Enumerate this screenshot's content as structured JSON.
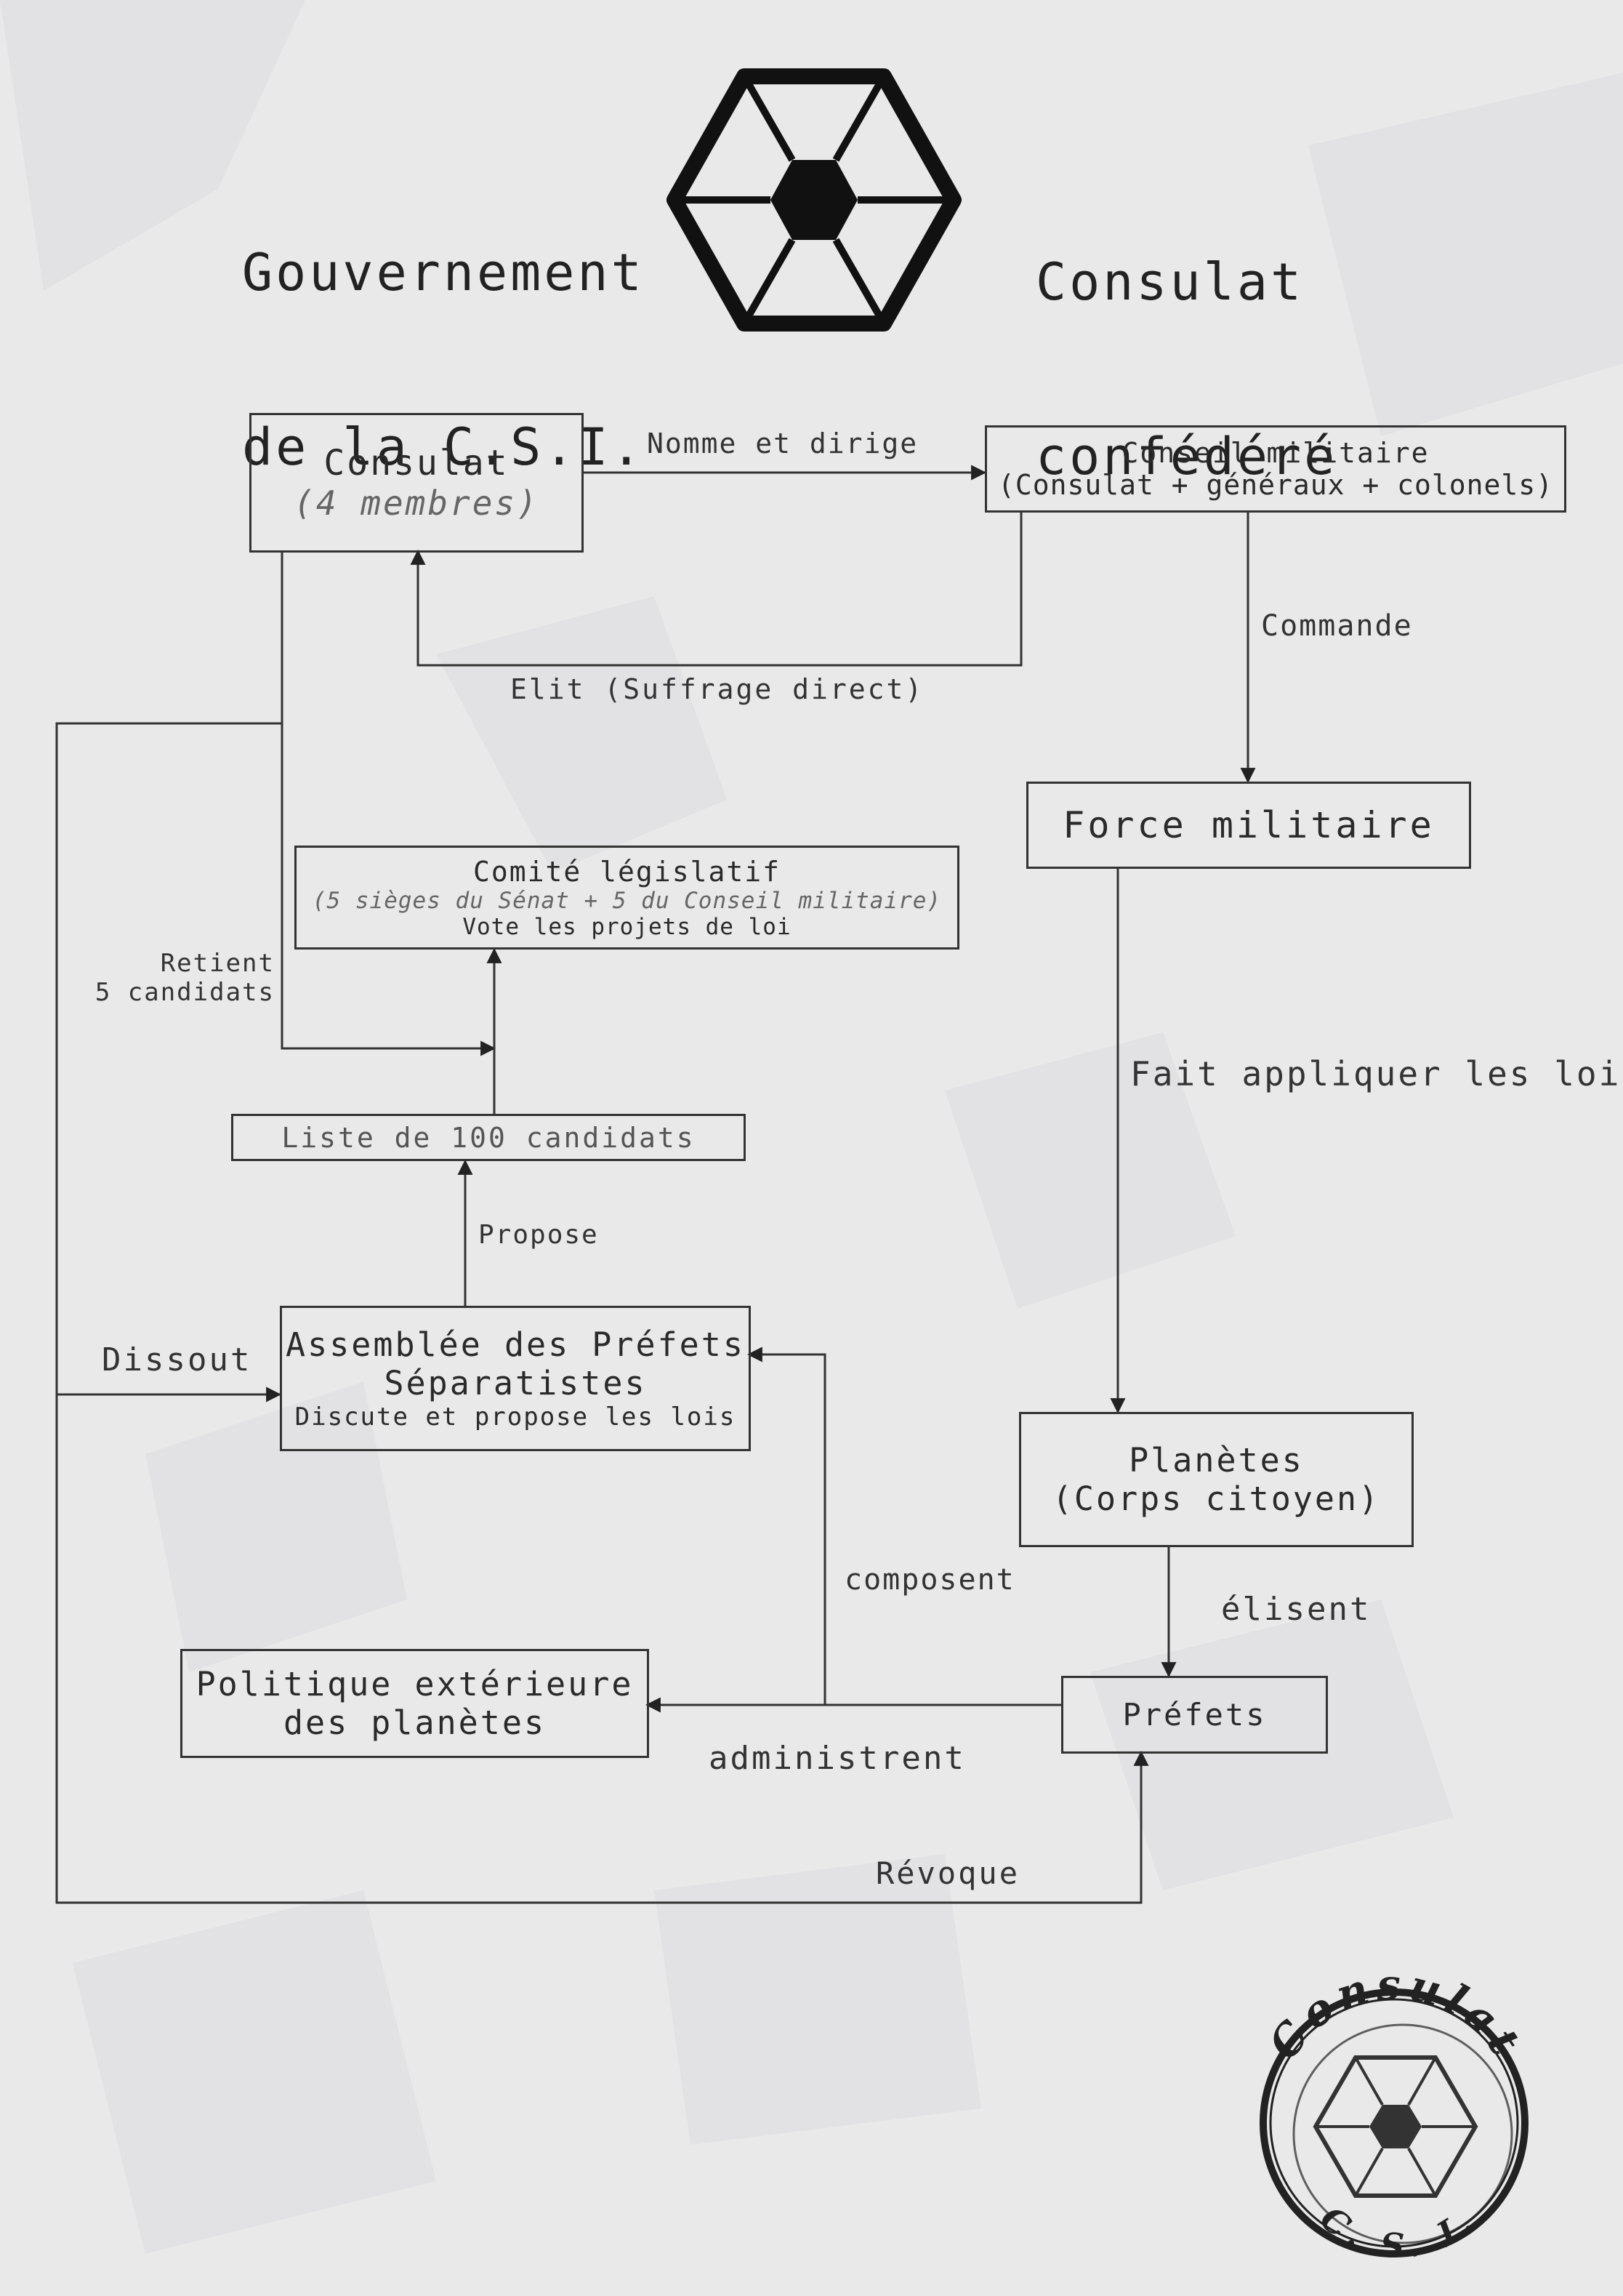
{
  "header": {
    "left_title_line1": "Gouvernement",
    "left_title_line2": "de la C.S.I.",
    "right_title_line1": "Consulat",
    "right_title_line2": "confédéré"
  },
  "boxes": {
    "consulat": {
      "title": "Consulat",
      "subtitle": "(4 membres)"
    },
    "conseil_militaire": {
      "line1": "Conseil militaire",
      "line2": "(Consulat + généraux + colonels)"
    },
    "force_militaire": {
      "title": "Force militaire"
    },
    "comite_legislatif": {
      "title": "Comité législatif",
      "subtitle": "(5 sièges du Sénat + 5 du Conseil militaire)",
      "line3": "Vote les projets de loi"
    },
    "liste_candidats": {
      "title": "Liste de 100 candidats"
    },
    "assemblee": {
      "line1": "Assemblée des Préfets",
      "line2": "Séparatistes",
      "line3": "Discute et propose les lois"
    },
    "planetes": {
      "line1": "Planètes",
      "line2": "(Corps citoyen)"
    },
    "politique": {
      "line1": "Politique extérieure",
      "line2": "des planètes"
    },
    "prefets": {
      "title": "Préfets"
    }
  },
  "edge_labels": {
    "nomme_et_dirige": "Nomme et dirige",
    "commande": "Commande",
    "elit": "Elit (Suffrage direct)",
    "retient_line1": "Retient",
    "retient_line2": "5 candidats",
    "fait_appliquer": "Fait appliquer les lois",
    "propose": "Propose",
    "dissout": "Dissout",
    "composent": "composent",
    "elisent": "élisent",
    "administrent": "administrent",
    "revoque": "Révoque"
  },
  "seal": {
    "top_text": "Consulat",
    "bottom_text": "C. S. I."
  },
  "colors": {
    "line": "#333333",
    "text": "#2a2a2a",
    "subtle_text": "#666666",
    "paper": "#e9e9ea"
  }
}
